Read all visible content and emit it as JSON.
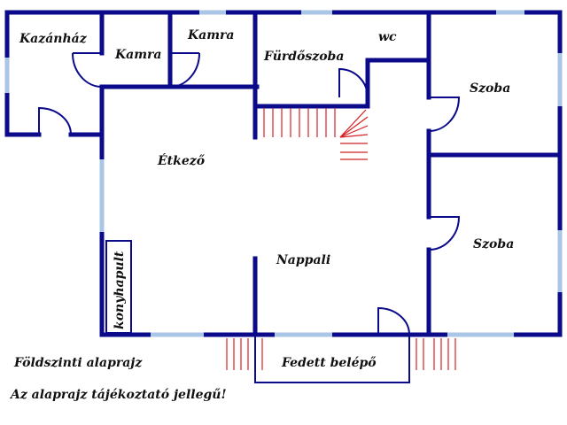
{
  "rooms": {
    "boiler_room": "Kazánház",
    "pantry_1": "Kamra",
    "pantry_2": "Kamra",
    "bathroom": "Fürdőszoba",
    "wc": "wc",
    "room_1": "Szoba",
    "dining": "Étkező",
    "living": "Nappali",
    "room_2": "Szoba",
    "counter": "konyhapult",
    "porch": "Fedett belépő"
  },
  "notes": {
    "title": "Földszinti alaprajz",
    "disclaimer": "Az alaprajz tájékoztató jellegű!"
  },
  "colors": {
    "wall": "#0a0a8a",
    "window": "#a9c6e6",
    "stair": "#d42020",
    "door_arc": "#0a0a8a"
  }
}
